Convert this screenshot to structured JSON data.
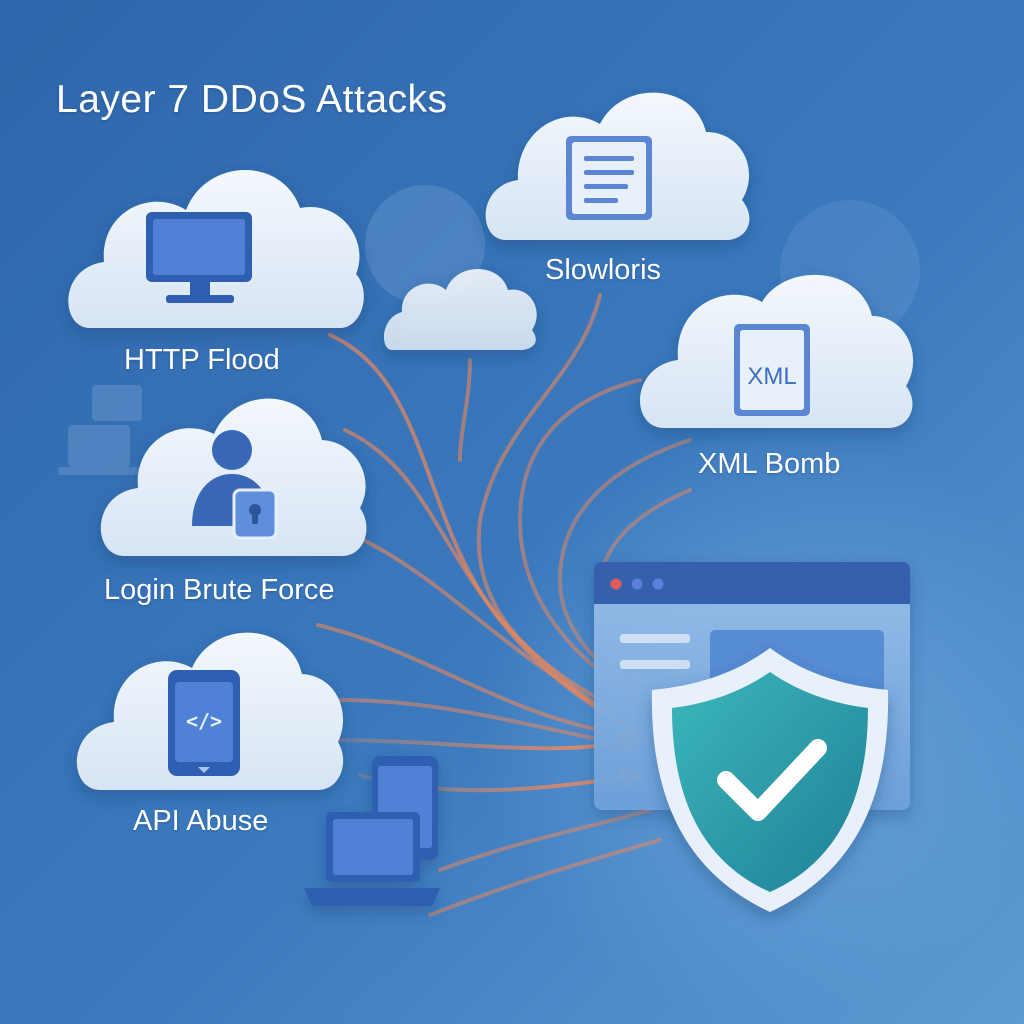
{
  "title": "Layer 7 DDoS Attacks",
  "attack_types": [
    {
      "label": "HTTP Flood",
      "icon": "desktop-monitor-icon"
    },
    {
      "label": "Slowloris",
      "icon": "document-lines-icon"
    },
    {
      "label": "XML Bomb",
      "icon": "xml-file-icon",
      "icon_text": "XML"
    },
    {
      "label": "Login Brute Force",
      "icon": "user-lock-icon"
    },
    {
      "label": "API Abuse",
      "icon": "mobile-code-icon",
      "icon_text": "</>"
    }
  ],
  "target": {
    "window_icon": "browser-window-icon",
    "shield_icon": "shield-check-icon"
  },
  "colors": {
    "background_top": "#2f6aaf",
    "background_bottom": "#5a97cf",
    "cloud": "#e6effa",
    "device_blue": "#3f72c2",
    "arrow": "#e8875e",
    "shield_teal": "#2aa0a8",
    "window_dot_red": "#e15a5a",
    "window_dot_blue": "#5b7fdc"
  }
}
